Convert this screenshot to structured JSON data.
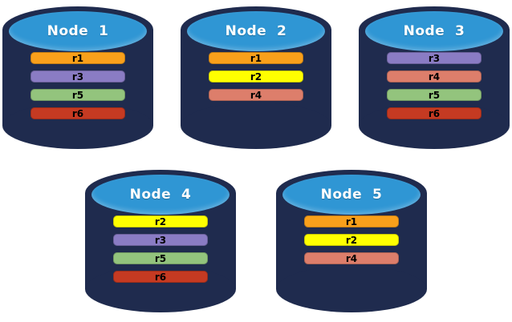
{
  "diagram": {
    "description": "Five database node cylinders showing replica placement",
    "background": "#ffffff"
  },
  "palette": {
    "cylinder_body": "#1f2b4e",
    "cylinder_top_face": "#2f96d4",
    "node_label_color": "#ffffff",
    "bar_text_color": "#000000"
  },
  "replica_colors": {
    "r1": "#f9a01b",
    "r2": "#ffff00",
    "r3": "#8a7cc4",
    "r4": "#dd7e6b",
    "r5": "#93c47d",
    "r6": "#c53a22"
  },
  "nodes": [
    {
      "id": "node-1",
      "label": "Node  1",
      "replicas": [
        "r1",
        "r3",
        "r5",
        "r6"
      ]
    },
    {
      "id": "node-2",
      "label": "Node  2",
      "replicas": [
        "r1",
        "r2",
        "r4"
      ]
    },
    {
      "id": "node-3",
      "label": "Node  3",
      "replicas": [
        "r3",
        "r4",
        "r5",
        "r6"
      ]
    },
    {
      "id": "node-4",
      "label": "Node  4",
      "replicas": [
        "r2",
        "r3",
        "r5",
        "r6"
      ]
    },
    {
      "id": "node-5",
      "label": "Node  5",
      "replicas": [
        "r1",
        "r2",
        "r4"
      ]
    }
  ],
  "rows": [
    [
      "node-1",
      "node-2",
      "node-3"
    ],
    [
      "node-4",
      "node-5"
    ]
  ]
}
